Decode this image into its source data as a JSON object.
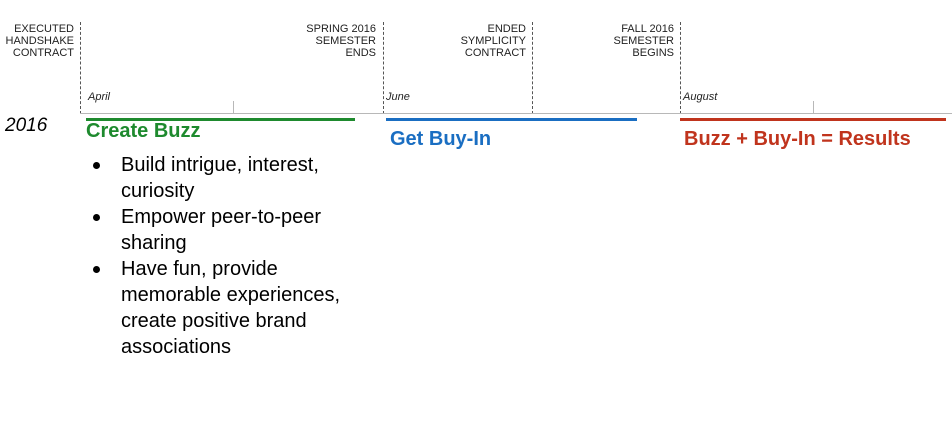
{
  "milestones": [
    {
      "label": "EXECUTED\nHANDSHAKE\nCONTRACT"
    },
    {
      "label": "SPRING 2016\nSEMESTER\nENDS"
    },
    {
      "label": "ENDED\nSYMPLICITY\nCONTRACT"
    },
    {
      "label": "FALL 2016\nSEMESTER\nBEGINS"
    }
  ],
  "months": [
    "April",
    "June",
    "August"
  ],
  "year": "2016",
  "colors": {
    "green": "#1e8a2e",
    "blue": "#1a6ec2",
    "red": "#c0341d"
  },
  "phases": [
    {
      "title": "Create Buzz",
      "color": "#1e8a2e",
      "bullets": [
        "Build intrigue, interest, curiosity",
        "Empower peer-to-peer sharing",
        "Have fun, provide memorable experiences, create positive brand associations"
      ]
    },
    {
      "title": "Get Buy-In",
      "color": "#1a6ec2"
    },
    {
      "title": "Buzz + Buy-In = Results",
      "color": "#c0341d"
    }
  ]
}
